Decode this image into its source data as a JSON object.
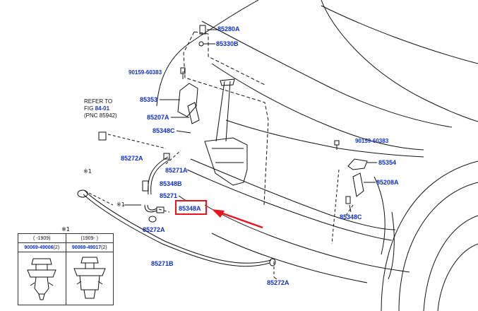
{
  "diagram": {
    "refer_note": {
      "line1": "REFER TO",
      "fig_prefix": "FIG",
      "fig_link": "84-01",
      "pnc_line": "(PNC 85942)"
    },
    "labels": {
      "p85280A": "85280A",
      "p85330B": "85330B",
      "p90159_top": "90159-60383",
      "p85353": "85353",
      "p85207A": "85207A",
      "p85348C_left": "85348C",
      "p85272A_upper": "85272A",
      "p85271A": "85271A",
      "p85348B": "85348B",
      "p85271": "85271",
      "p85348A": "85348A",
      "p85272A_mid": "85272A",
      "p85271B": "85271B",
      "p85272A_bottom": "85272A",
      "p90159_right": "90159-60383",
      "p85354": "85354",
      "p85208A": "85208A",
      "p85348C_right": "85348C"
    },
    "markers": {
      "m1": "※1",
      "m2": "※1"
    },
    "inset": {
      "mark": "※1",
      "col1_header": "(    -1909)",
      "col2_header": "(1909-    )",
      "col1_part": "90069-49006",
      "col1_qty": "(2)",
      "col2_part": "90069-49017",
      "col2_qty": "(2)"
    },
    "highlight_color": "#e8141e",
    "link_color": "#1030c8"
  }
}
